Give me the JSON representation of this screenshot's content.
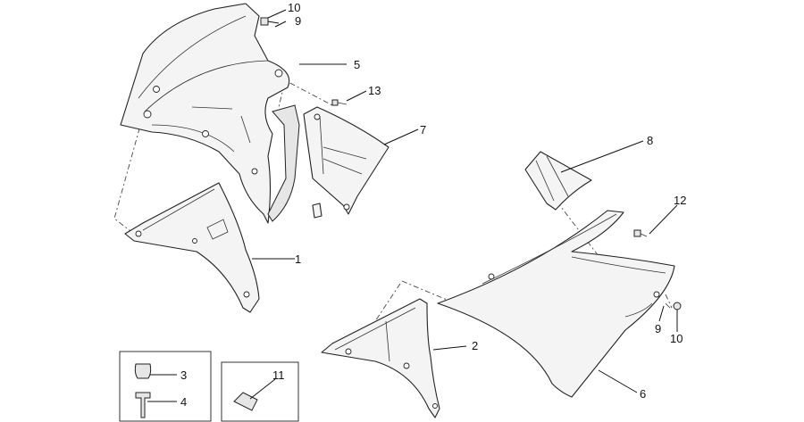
{
  "callouts": {
    "c10a": "10",
    "c9a": "9",
    "c5": "5",
    "c13": "13",
    "c7": "7",
    "c8": "8",
    "c12": "12",
    "c1": "1",
    "c2": "2",
    "c9b": "9",
    "c10b": "10",
    "c6": "6",
    "c3": "3",
    "c4": "4",
    "c11": "11"
  }
}
